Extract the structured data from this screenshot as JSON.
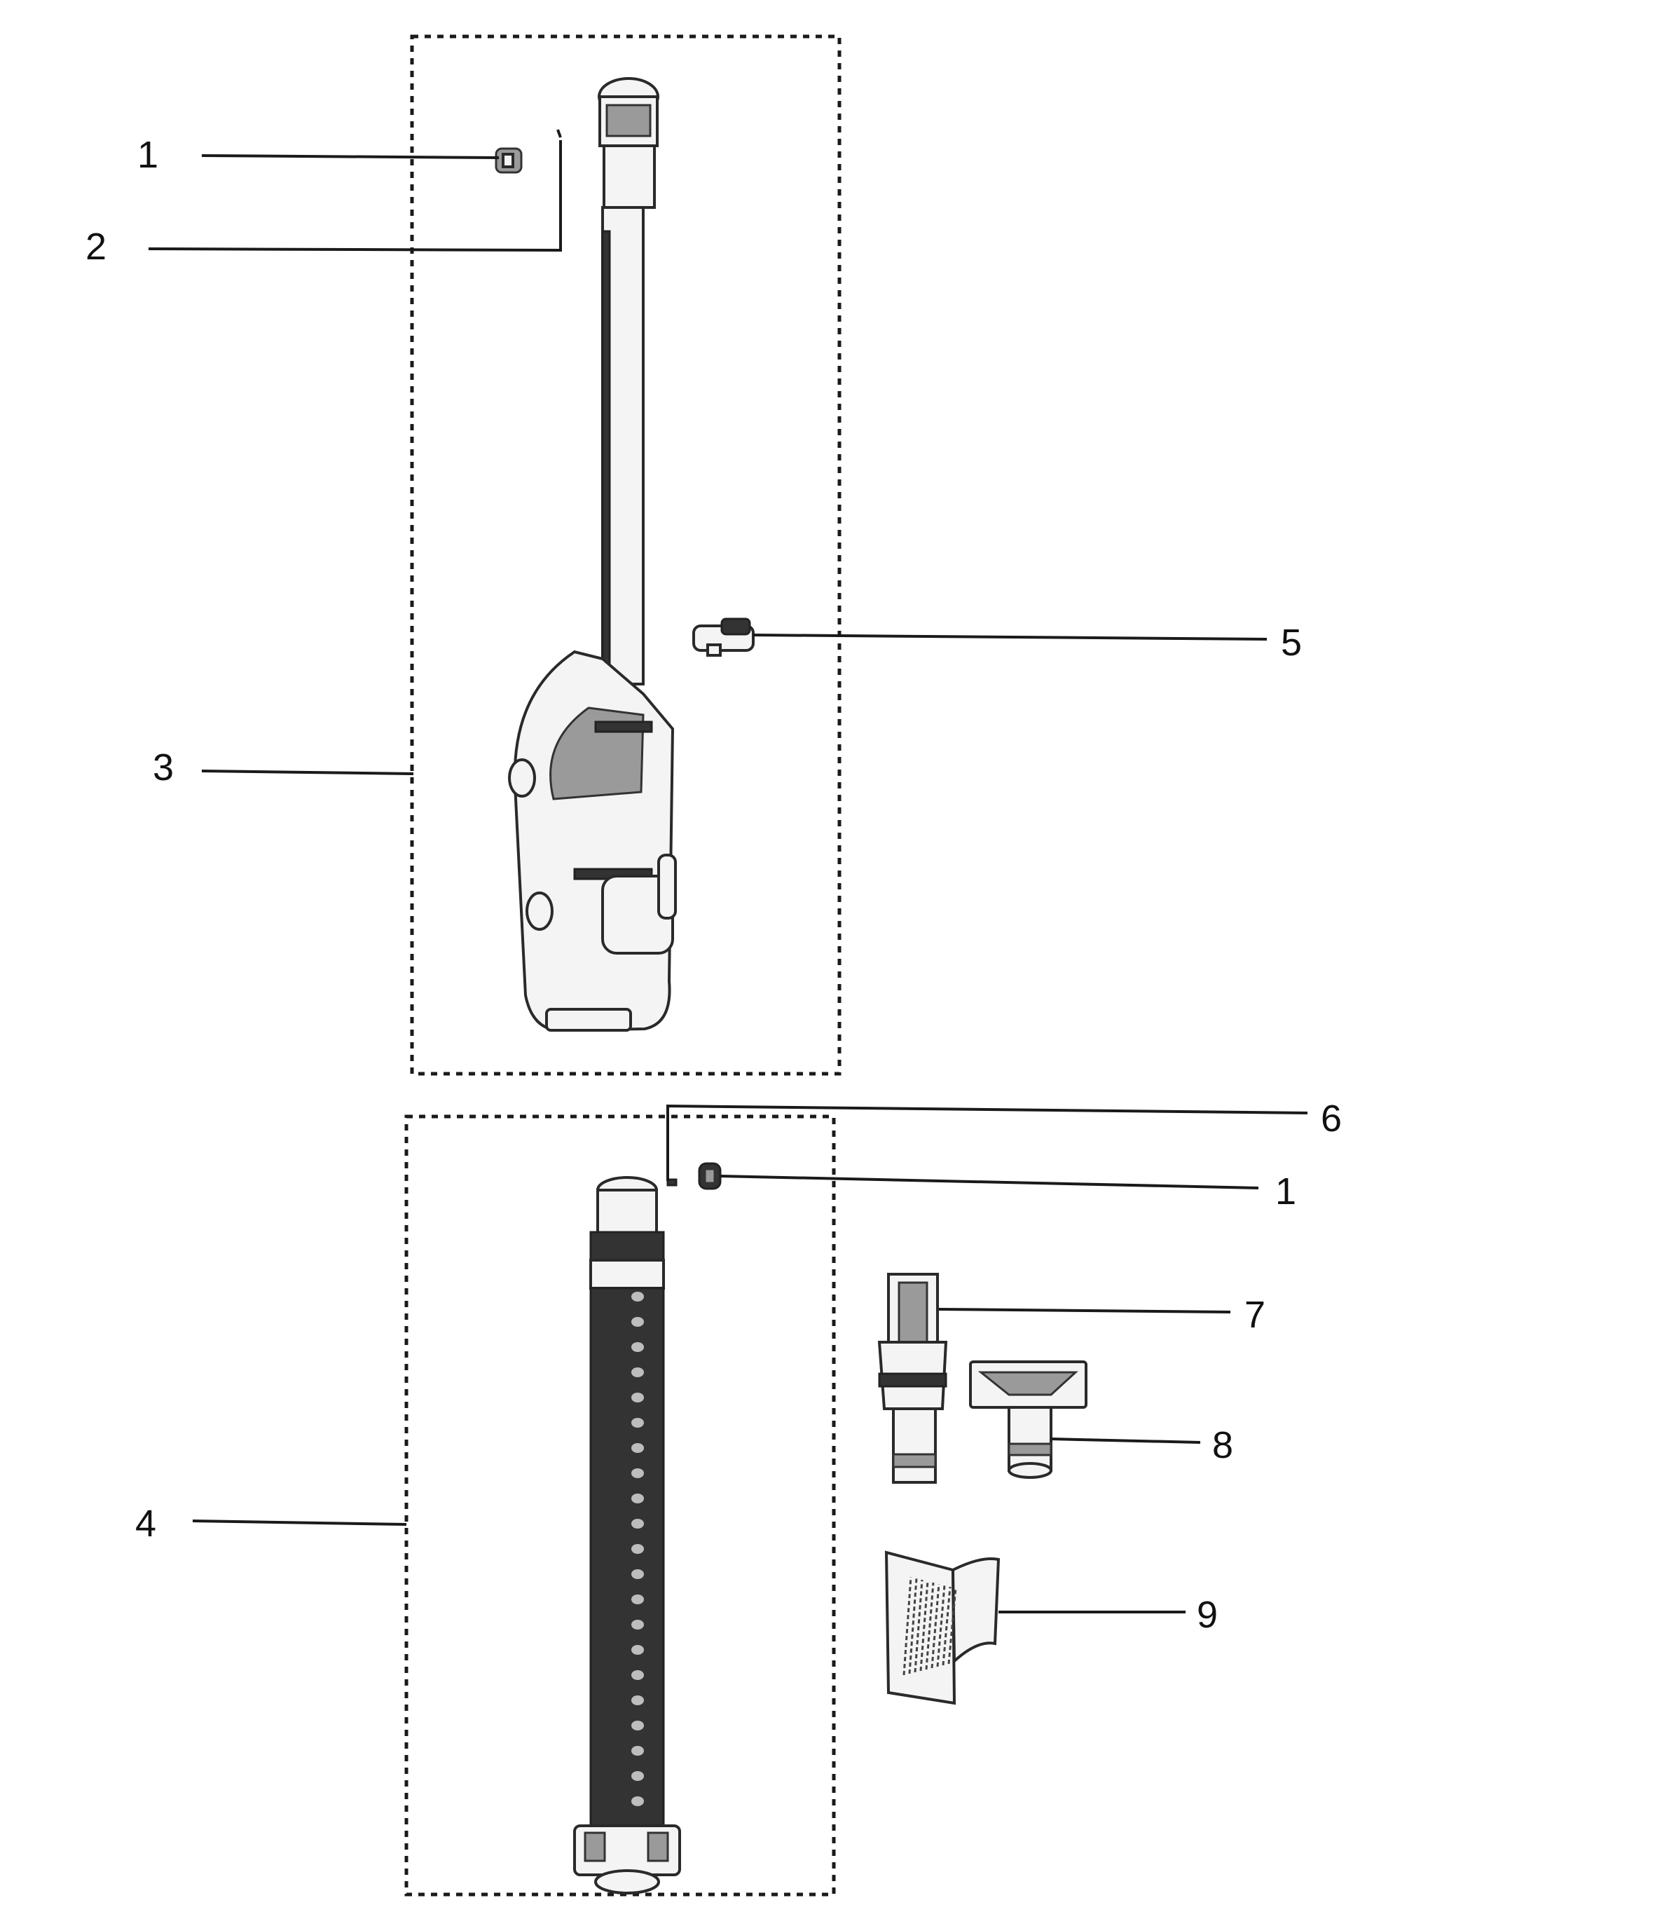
{
  "callouts": [
    {
      "id": "c1a",
      "label": "1"
    },
    {
      "id": "c2",
      "label": "2"
    },
    {
      "id": "c3",
      "label": "3"
    },
    {
      "id": "c5",
      "label": "5"
    },
    {
      "id": "c6",
      "label": "6"
    },
    {
      "id": "c1b",
      "label": "1"
    },
    {
      "id": "c7",
      "label": "7"
    },
    {
      "id": "c8",
      "label": "8"
    },
    {
      "id": "c4",
      "label": "4"
    },
    {
      "id": "c9",
      "label": "9"
    }
  ]
}
